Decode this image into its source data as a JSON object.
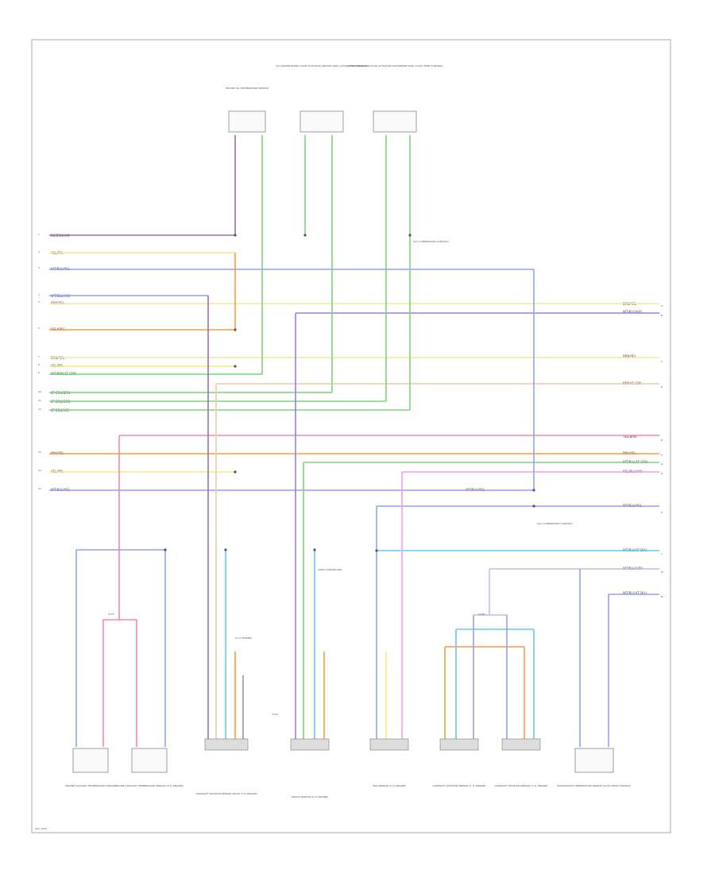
{
  "diagram": {
    "footer_code": "ACC-1234"
  },
  "left_wires": [
    {
      "pin": "1",
      "label": "BK/BRN/VIO",
      "color": "#9a6fb0"
    },
    {
      "pin": "2",
      "label": "YEL/PPL",
      "color": "#f2ef7a"
    },
    {
      "pin": "3",
      "label": "WT/BLU/YEL",
      "color": "#8da3f5"
    },
    {
      "pin": "4",
      "label": "WT/BLU/VIO",
      "color": "#8da3f5"
    },
    {
      "pin": "5",
      "label": "BRN/YEL",
      "color": "#f5b98a"
    },
    {
      "pin": "6",
      "label": "YEL/ORG",
      "color": "#ff9a3c"
    },
    {
      "pin": "7",
      "label": "BRN/YEL",
      "color": "#f7e6a0"
    },
    {
      "pin": "8",
      "label": "YEL/PPL",
      "color": "#f2ef7a"
    },
    {
      "pin": "9",
      "label": "WT/BRN/LT GRN",
      "color": "#7bd67a"
    },
    {
      "pin": "10",
      "label": "LT GRN/BRN",
      "color": "#7bd67a"
    },
    {
      "pin": "11",
      "label": "LT GRN/GRN",
      "color": "#7bd67a"
    },
    {
      "pin": "12",
      "label": "LT GRN/VIO",
      "color": "#7bd67a"
    },
    {
      "pin": "13",
      "label": "PNK/YEL",
      "color": "#ff9a3c"
    },
    {
      "pin": "14",
      "label": "YEL/PPL",
      "color": "#f2ef7a"
    },
    {
      "pin": "15",
      "label": "WT/BLU/YEL",
      "color": "#8da3f5"
    }
  ],
  "right_wires": [
    {
      "pin": "A",
      "label": "BRN/YEL",
      "color": "#f7e6a0"
    },
    {
      "pin": "B",
      "label": "WT/BLU/VIO",
      "color": "#9d7bf0"
    },
    {
      "pin": "C",
      "label": "BRN/YEL",
      "color": "#f7e6a0"
    },
    {
      "pin": "D",
      "label": "BRN/LT GRY",
      "color": "#f5c9a8"
    },
    {
      "pin": "E",
      "label": "YEL/BRN",
      "color": "#ff80b0"
    },
    {
      "pin": "F",
      "label": "PNK/YEL",
      "color": "#ff9a3c"
    },
    {
      "pin": "G",
      "label": "WT/BLU/LT GRN",
      "color": "#7bd67a"
    },
    {
      "pin": "H",
      "label": "YEL/BLU/VIO",
      "color": "#f3a0f0"
    },
    {
      "pin": "J",
      "label": "WT/BLU/YEL",
      "color": "#8da3f5"
    },
    {
      "pin": "K",
      "label": "WT/BLU/YEL",
      "color": "#8da3f5"
    },
    {
      "pin": "L",
      "label": "WT/BLU/LT BLU",
      "color": "#6cc6f0"
    },
    {
      "pin": "M",
      "label": "WT/BLU/GRY",
      "color": "#c9b7f0"
    },
    {
      "pin": "N",
      "label": "WT/BLU/LT BLU",
      "color": "#8da3f5"
    }
  ],
  "top_components": [
    {
      "label": "ENGINE OIL TEMPERATURE SENSOR"
    },
    {
      "label": "A/C-HEATER BLEND DOOR ACTUATOR (DRIVER SIDE) (AUTO TEMP CONTROL)"
    },
    {
      "label": "A/C-HEATER BLEND DOOR ACTUATOR (PASSENGER SIDE) (AUTO TEMP CONTROL)"
    }
  ],
  "bottom_components": [
    {
      "label": "ENGINE COOLANT TEMPERATURE SENSOR"
    },
    {
      "label": "ENGINE COOLANT TEMPERATURE SENSOR (5.7L ENGINE)"
    },
    {
      "label": "CAMSHAFT POSITION SENSOR (RIGHT 5.7L ENGINE)"
    },
    {
      "label": "KNOCK SENSOR (5.7L ENGINE)"
    },
    {
      "label": "EGR SENSOR (5.7L ENGINE)"
    },
    {
      "label": "CAMSHAFT POSITION SENSOR (5.7L ENGINE)"
    },
    {
      "label": "CAMSHAFT POSITION SENSOR (3.7L ENGINE)"
    },
    {
      "label": "EVAPORATIVE TEMPERATURE SENSOR (AUTO TEMP CONTROL)"
    }
  ],
  "splices": [
    {
      "label": "S172"
    },
    {
      "label": "S148"
    },
    {
      "label": "S179"
    }
  ],
  "notes": [
    {
      "label": "(A/C COMPRESSOR CONTROL)"
    },
    {
      "label": "(A/C COMPRESSOR CONTROL)"
    },
    {
      "label": "(4WD CONTROLLER)"
    },
    {
      "label": "(5.7L ENGINE)"
    }
  ]
}
